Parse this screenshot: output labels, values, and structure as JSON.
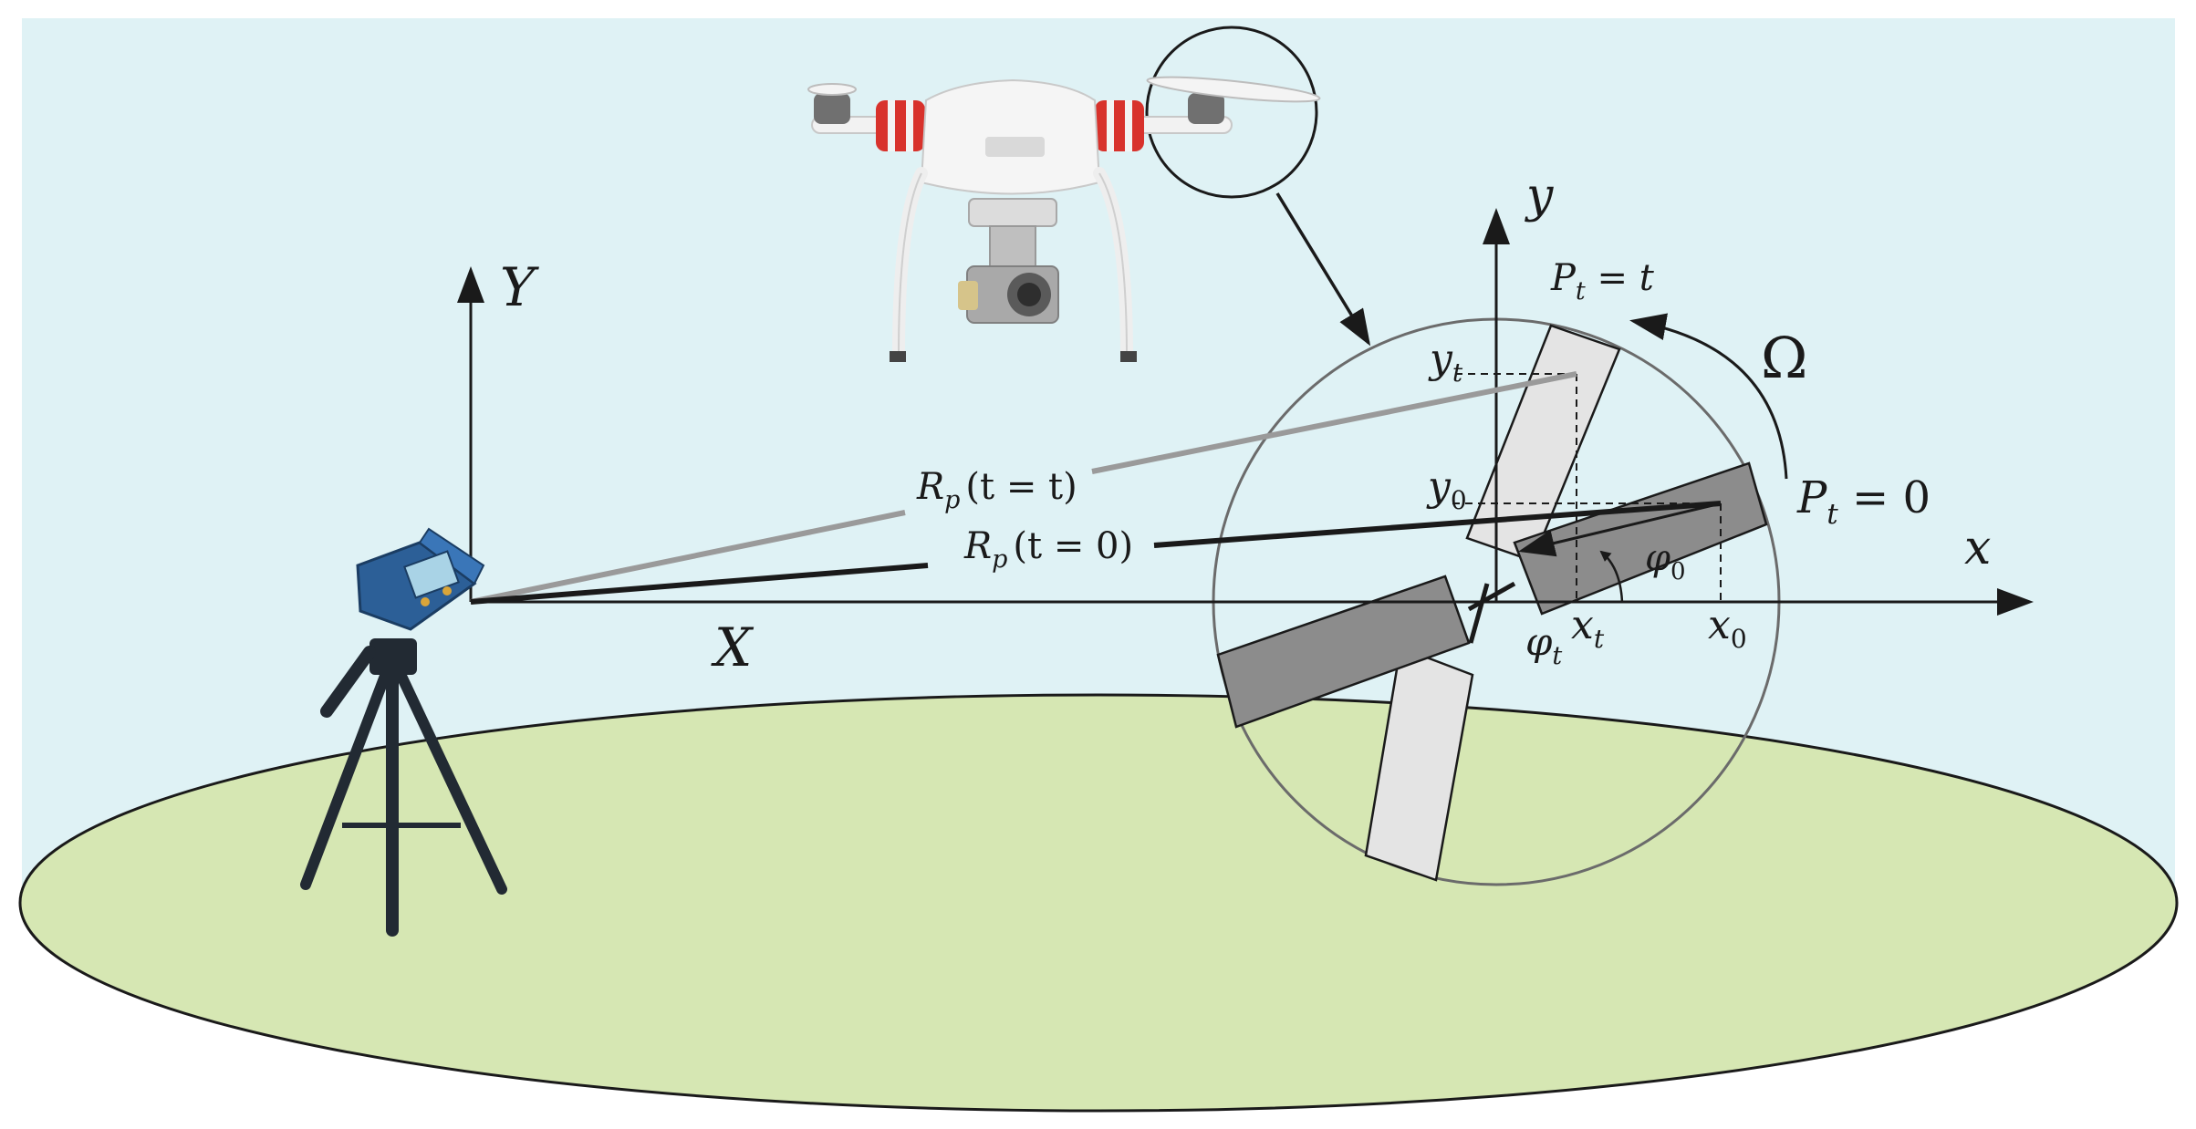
{
  "colors": {
    "sky": "#dff2f5",
    "ground": "#d6e7b3",
    "rotor_dark": "#8c8c8c",
    "rotor_light": "#e4e4e4",
    "rotor_circle": "#6b6b6b",
    "line_dark": "#1a1a1a",
    "line_gray": "#9a9a9a",
    "radar_blue": "#2c5f97",
    "tripod": "#222a33"
  },
  "labels": {
    "radar_axis_y": "Y",
    "radar_axis_x": "X",
    "rotor_axis_y": "y",
    "rotor_axis_x": "x",
    "range_t": "R",
    "range_t_sub": "p",
    "range_t_arg": "(t = t)",
    "range_0": "R",
    "range_0_sub": "p",
    "range_0_arg": "(t = 0)",
    "pt_t": "P",
    "pt_t_sub": "t",
    "pt_t_rhs": " = t",
    "pt_0": "P",
    "pt_0_sub": "t",
    "pt_0_rhs": " = 0",
    "omega": "Ω",
    "y_t": "y",
    "y_t_sub": "t",
    "y_0": "y",
    "y_0_sub": "0",
    "x_t": "x",
    "x_t_sub": "t",
    "x_0": "x",
    "x_0_sub": "0",
    "phi_0": "φ",
    "phi_0_sub": "0",
    "phi_t": "φ",
    "phi_t_sub": "t"
  },
  "icons": [
    "drone-icon",
    "radar-tripod-icon"
  ]
}
